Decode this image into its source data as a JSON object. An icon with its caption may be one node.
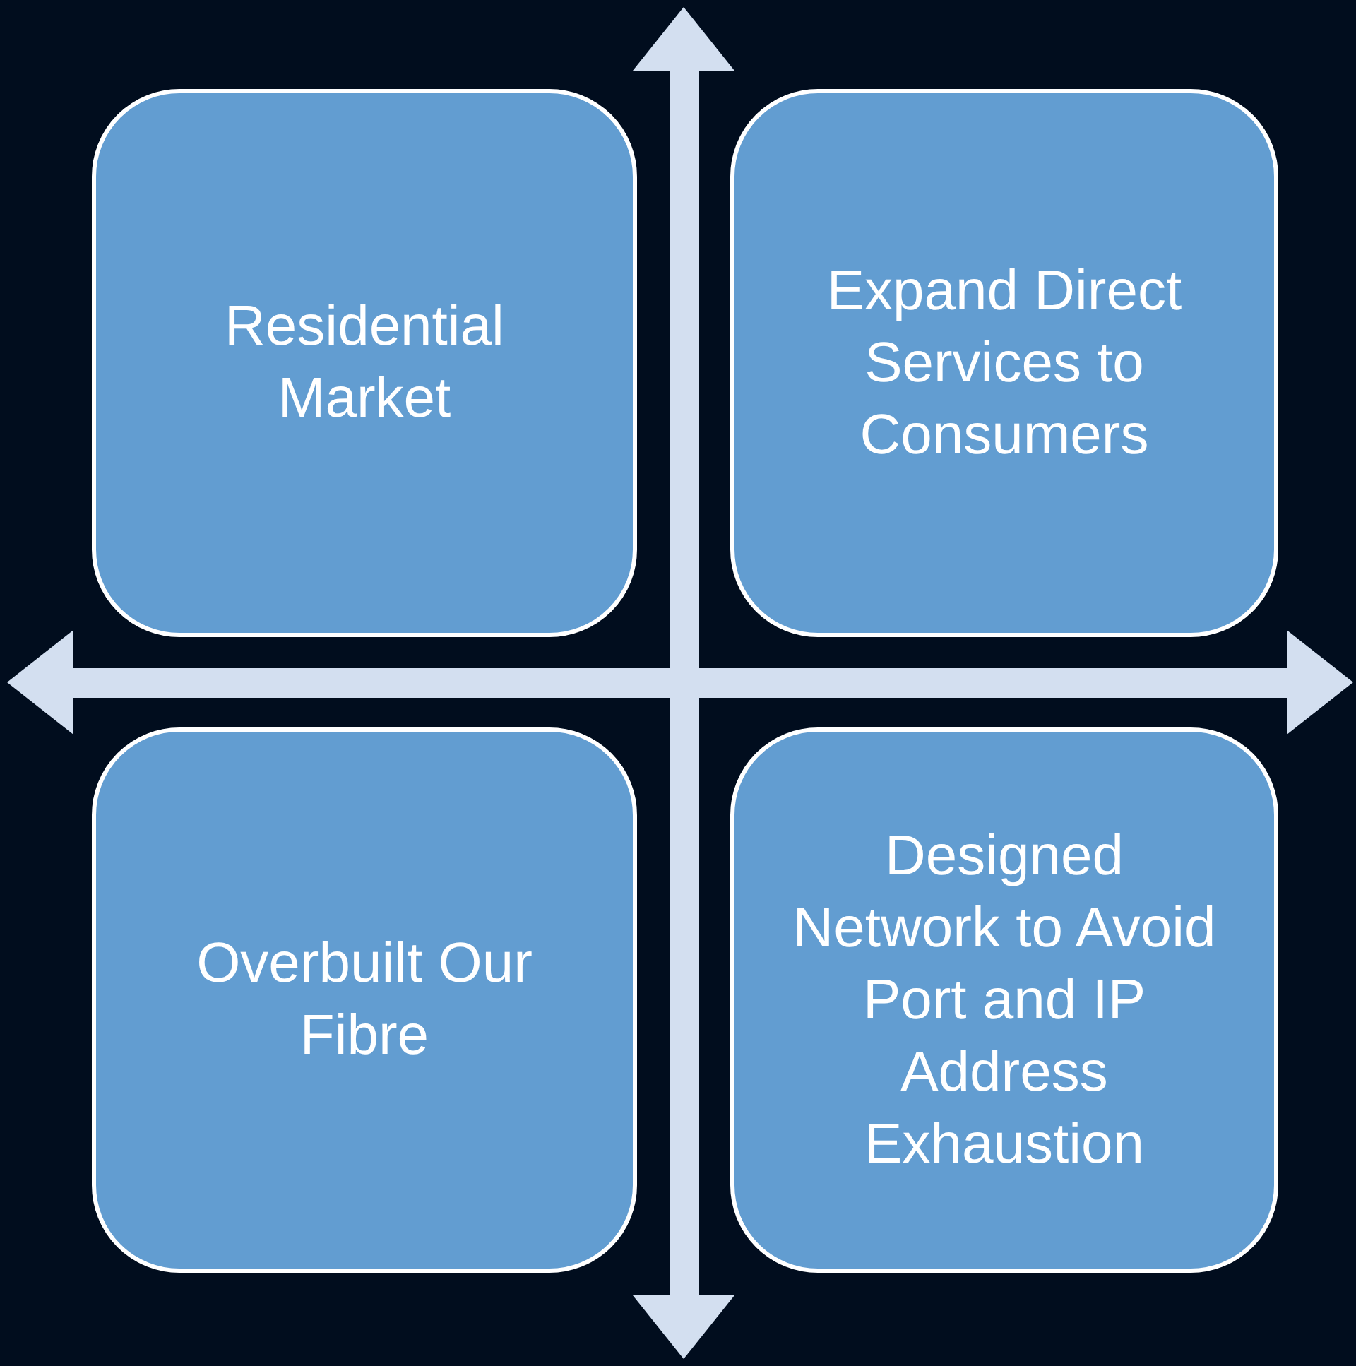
{
  "diagram": {
    "nodes": [
      {
        "text": [
          "Residential Market"
        ]
      },
      {
        "text": [
          "Expand Direct Services to Consumers"
        ]
      },
      {
        "text": [
          "Overbuilt Our Fibre"
        ]
      },
      {
        "text": [
          "Designed Network to Avoid Port and IP Address Exhaustion"
        ]
      }
    ]
  }
}
